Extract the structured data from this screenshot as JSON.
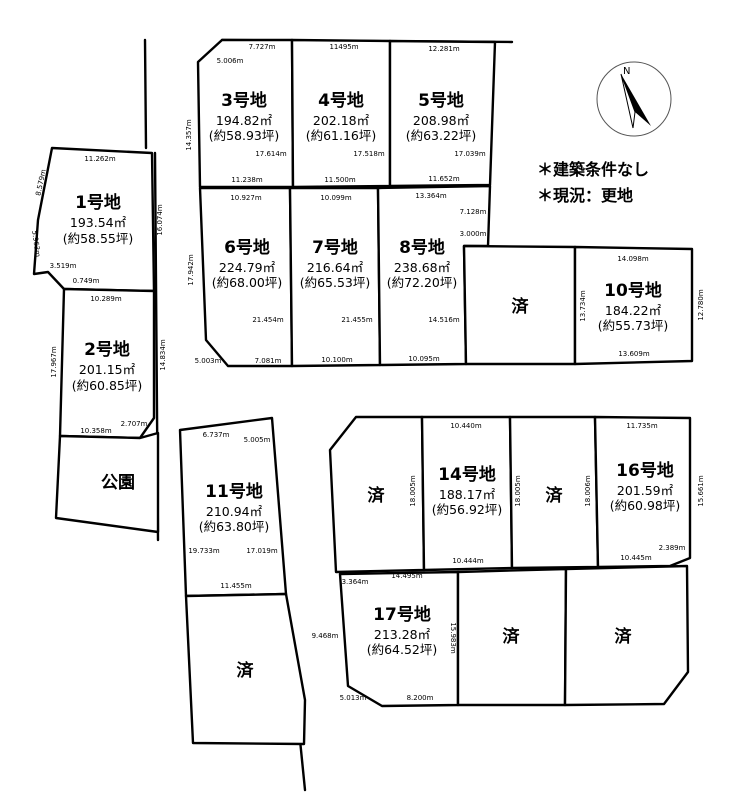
{
  "notes": [
    "＊建築条件なし",
    "＊現況：更地"
  ],
  "compass": {
    "label": "N"
  },
  "lots": {
    "l1": {
      "name": "1号地",
      "area": "193.54㎡",
      "tsubo": "(約58.55坪)"
    },
    "l2": {
      "name": "2号地",
      "area": "201.15㎡",
      "tsubo": "(約60.85坪)"
    },
    "l3": {
      "name": "3号地",
      "area": "194.82㎡",
      "tsubo": "(約58.93坪)"
    },
    "l4": {
      "name": "4号地",
      "area": "202.18㎡",
      "tsubo": "(約61.16坪)"
    },
    "l5": {
      "name": "5号地",
      "area": "208.98㎡",
      "tsubo": "(約63.22坪)"
    },
    "l6": {
      "name": "6号地",
      "area": "224.79㎡",
      "tsubo": "(約68.00坪)"
    },
    "l7": {
      "name": "7号地",
      "area": "216.64㎡",
      "tsubo": "(約65.53坪)"
    },
    "l8": {
      "name": "8号地",
      "area": "238.68㎡",
      "tsubo": "(約72.20坪)"
    },
    "l10": {
      "name": "10号地",
      "area": "184.22㎡",
      "tsubo": "(約55.73坪)"
    },
    "l11": {
      "name": "11号地",
      "area": "210.94㎡",
      "tsubo": "(約63.80坪)"
    },
    "l14": {
      "name": "14号地",
      "area": "188.17㎡",
      "tsubo": "(約56.92坪)"
    },
    "l16": {
      "name": "16号地",
      "area": "201.59㎡",
      "tsubo": "(約60.98坪)"
    },
    "l17": {
      "name": "17号地",
      "area": "213.28㎡",
      "tsubo": "(約64.52坪)"
    }
  },
  "sold_label": "済",
  "park_label": "公園",
  "dims": {
    "d3_top": "7.727m",
    "d3_diag": "5.006m",
    "d3_left": "14.357m",
    "d3_right": "17.614m",
    "d3_bottom": "11.238m",
    "d4_top": "11495m",
    "d4_right": "17.518m",
    "d4_bottom": "11.500m",
    "d5_top": "12.281m",
    "d5_right": "17.039m",
    "d5_bottom": "11.652m",
    "d1_top": "11.262m",
    "d1_leftup": "8.579m",
    "d1_leftlow": "5.963m",
    "d1_right": "16.074m",
    "d1_bl": "3.519m",
    "d1_b2": "0.749m",
    "d2_top": "10.289m",
    "d2_left": "17.967m",
    "d2_right": "14.834m",
    "d2_bottom": "10.358m",
    "d2_br": "2.707m",
    "d6_top": "10.927m",
    "d6_left": "17.942m",
    "d6_right": "21.454m",
    "d6_bdiag": "5.003m",
    "d6_bottom": "7.081m",
    "d7_top": "10.099m",
    "d7_right": "21.455m",
    "d7_bottom": "10.100m",
    "d8_top": "13.364m",
    "d8_tr": "7.128m",
    "d8_tr2": "3.000m",
    "d8_right": "14.516m",
    "d8_bottom": "10.095m",
    "d10_top": "14.098m",
    "d10_left": "13.734m",
    "d10_right": "12.780m",
    "d10_bottom": "13.609m",
    "d11_top": "6.737m",
    "d11_tr": "5.005m",
    "d11_left": "19.733m",
    "d11_right": "17.019m",
    "d11_bottom": "11.455m",
    "d14_top": "10.440m",
    "d14_left": "18.005m",
    "d14_right": "18.005m",
    "d14_bottom": "10.444m",
    "d16_top": "11.735m",
    "d16_left": "18.006m",
    "d16_right": "15.661m",
    "d16_bottom": "10.445m",
    "d16_br": "2.389m",
    "d17_tl": "3.364m",
    "d17_top": "14.495m",
    "d17_left": "9.468m",
    "d17_right": "15.983m",
    "d17_bl": "5.013m",
    "d17_bottom": "8.200m"
  },
  "colors": {
    "ink": "#000000",
    "paper": "#ffffff"
  }
}
